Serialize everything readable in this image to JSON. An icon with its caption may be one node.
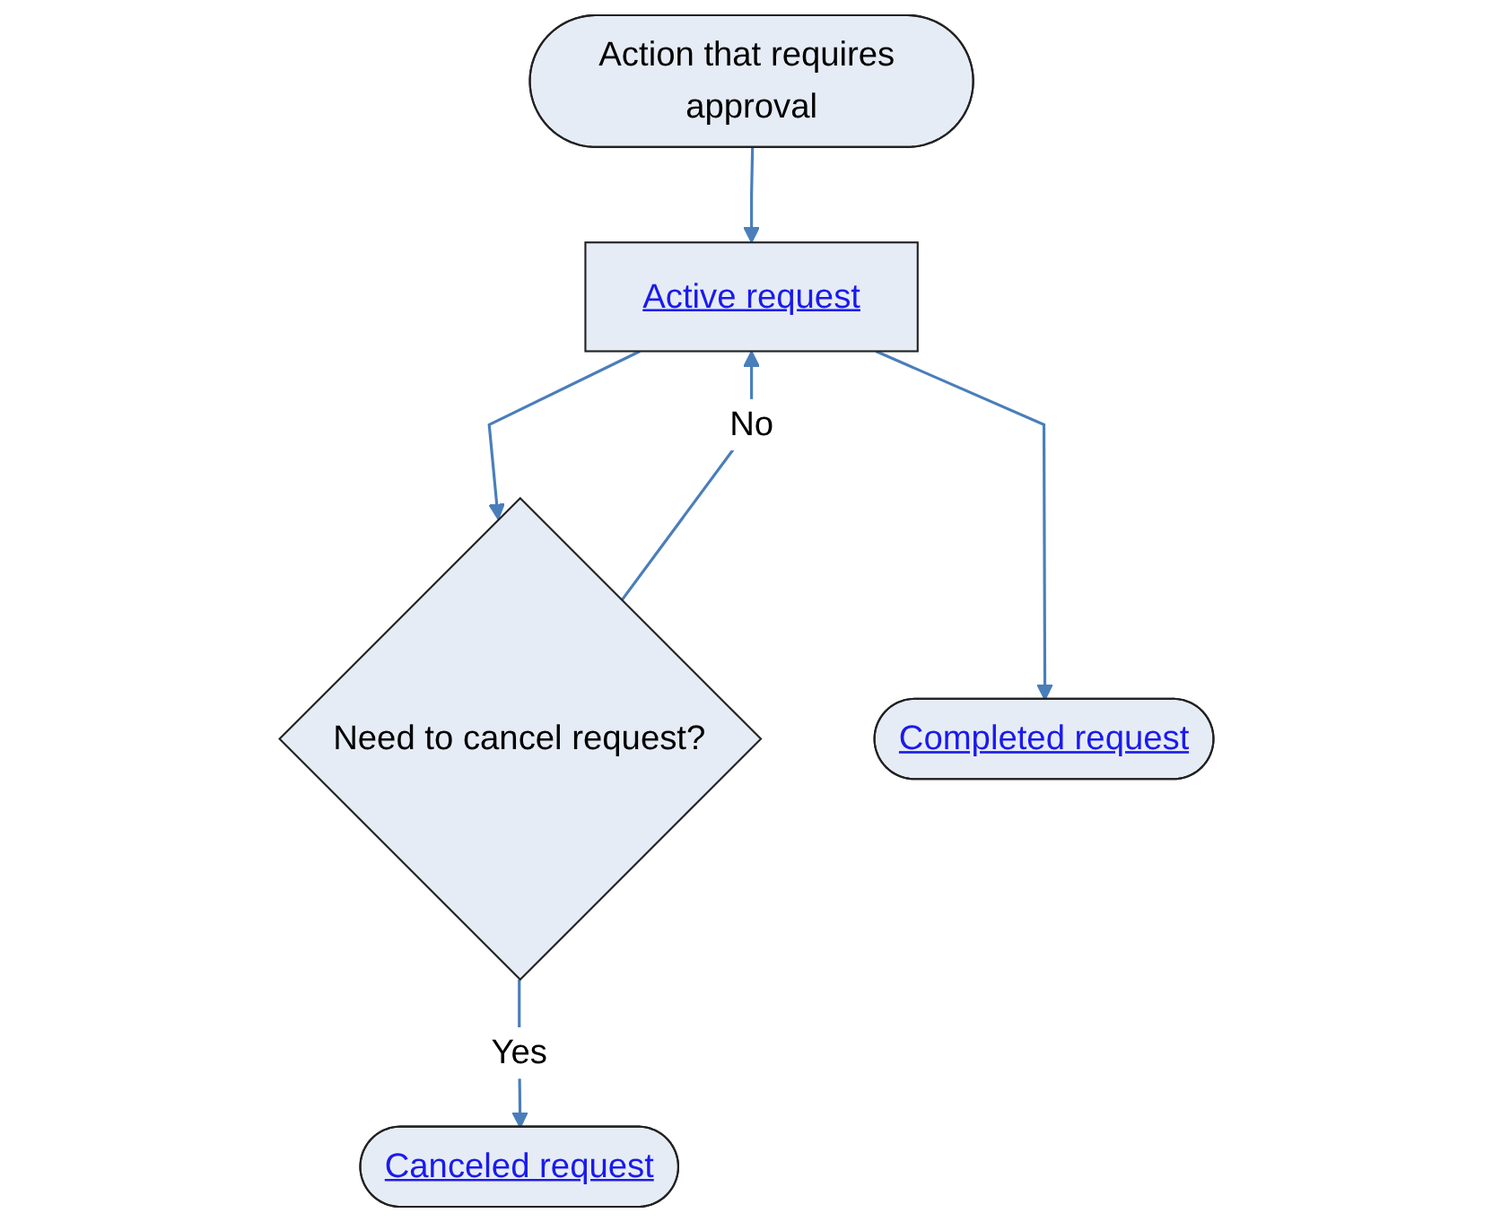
{
  "diagram": {
    "nodes": [
      {
        "text": [
          "Action that requires approval"
        ]
      },
      {
        "text": [
          "Active request"
        ]
      },
      {
        "text": [
          "Need to cancel request?"
        ]
      },
      {
        "text": [
          "Canceled request"
        ]
      },
      {
        "text": [
          "Completed request"
        ]
      }
    ],
    "edges": [
      {
        "from": 0,
        "to": 1,
        "arrow": "to"
      },
      {
        "from": 1,
        "to": 2,
        "arrow": "to"
      },
      {
        "from": 2,
        "to": 3,
        "arrow": "to",
        "label": "Yes"
      },
      {
        "from": 2,
        "to": 1,
        "arrow": "to",
        "label": "No"
      },
      {
        "from": 1,
        "to": 4,
        "arrow": "to"
      }
    ]
  }
}
